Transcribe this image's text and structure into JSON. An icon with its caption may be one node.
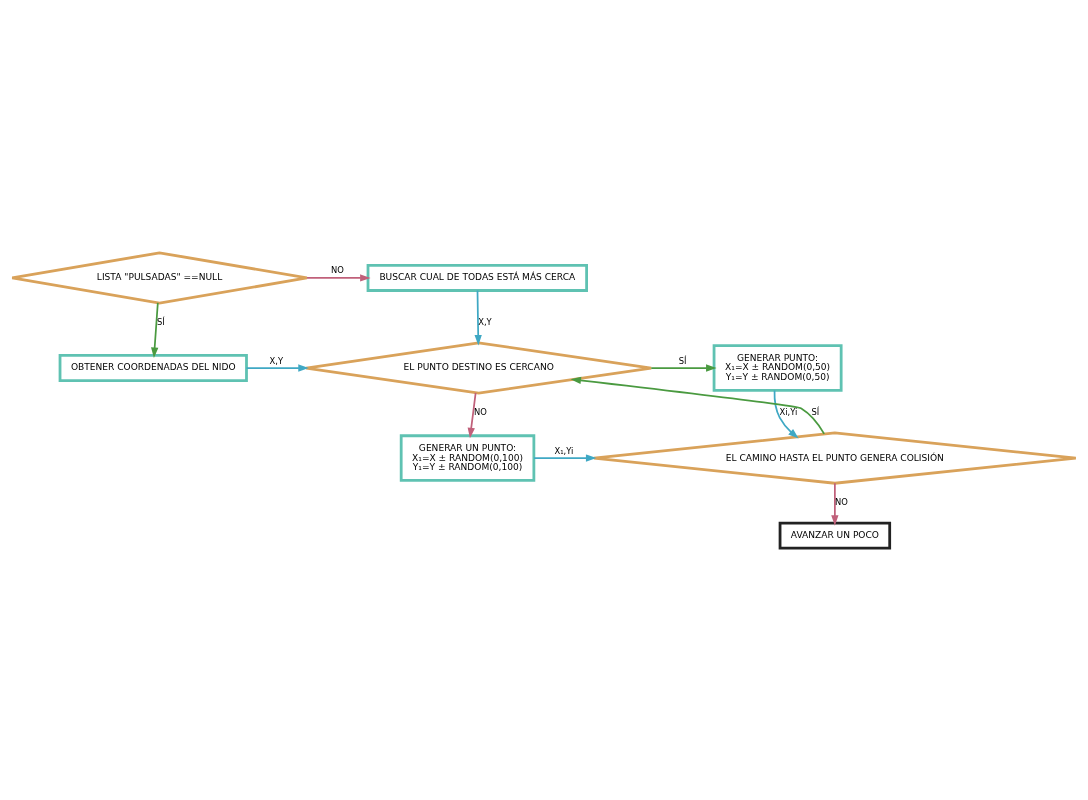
{
  "diagram": {
    "nodes": [
      {
        "text": [
          "LISTA \"PULSADAS\" ==NULL"
        ]
      },
      {
        "text": [
          "BUSCAR CUAL DE TODAS ESTÁ MÁS CERCA"
        ]
      },
      {
        "text": [
          "OBTENER COORDENADAS DEL NIDO"
        ]
      },
      {
        "text": [
          "EL PUNTO DESTINO ES CERCANO"
        ]
      },
      {
        "text": [
          "GENERAR PUNTO:",
          "X₁=X ± RANDOM(0,50)",
          "Y₁=Y ± RANDOM(0,50)"
        ]
      },
      {
        "text": [
          "GENERAR UN PUNTO:",
          "X₁=X ± RANDOM(0,100)",
          "Y₁=Y ± RANDOM(0,100)"
        ]
      },
      {
        "text": [
          "EL CAMINO HASTA EL PUNTO GENERA COLISIÓN"
        ]
      },
      {
        "text": [
          "AVANZAR UN POCO"
        ]
      }
    ],
    "edges": [
      {
        "from": 0,
        "to": 1,
        "arrow": "to",
        "label": "NO",
        "color": "#c0607a"
      },
      {
        "from": 0,
        "to": 2,
        "arrow": "to",
        "label": "SÍ",
        "color": "#4a9a40"
      },
      {
        "from": 1,
        "to": 3,
        "arrow": "to",
        "label": "X,Y",
        "color": "#3fa8c4"
      },
      {
        "from": 2,
        "to": 3,
        "arrow": "to",
        "label": "X,Y",
        "color": "#3fa8c4"
      },
      {
        "from": 3,
        "to": 4,
        "arrow": "to",
        "label": "SÍ",
        "color": "#4a9a40"
      },
      {
        "from": 3,
        "to": 5,
        "arrow": "to",
        "label": "NO",
        "color": "#c0607a"
      },
      {
        "from": 4,
        "to": 6,
        "arrow": "to",
        "label": "Xi,Yi",
        "color": "#3fa8c4"
      },
      {
        "from": 5,
        "to": 6,
        "arrow": "to",
        "label": "X₁,Yi",
        "color": "#3fa8c4"
      },
      {
        "from": 6,
        "to": 3,
        "arrow": "to",
        "label": "SÍ",
        "color": "#4a9a40"
      },
      {
        "from": 6,
        "to": 7,
        "arrow": "to",
        "label": "NO",
        "color": "#c0607a"
      }
    ]
  }
}
